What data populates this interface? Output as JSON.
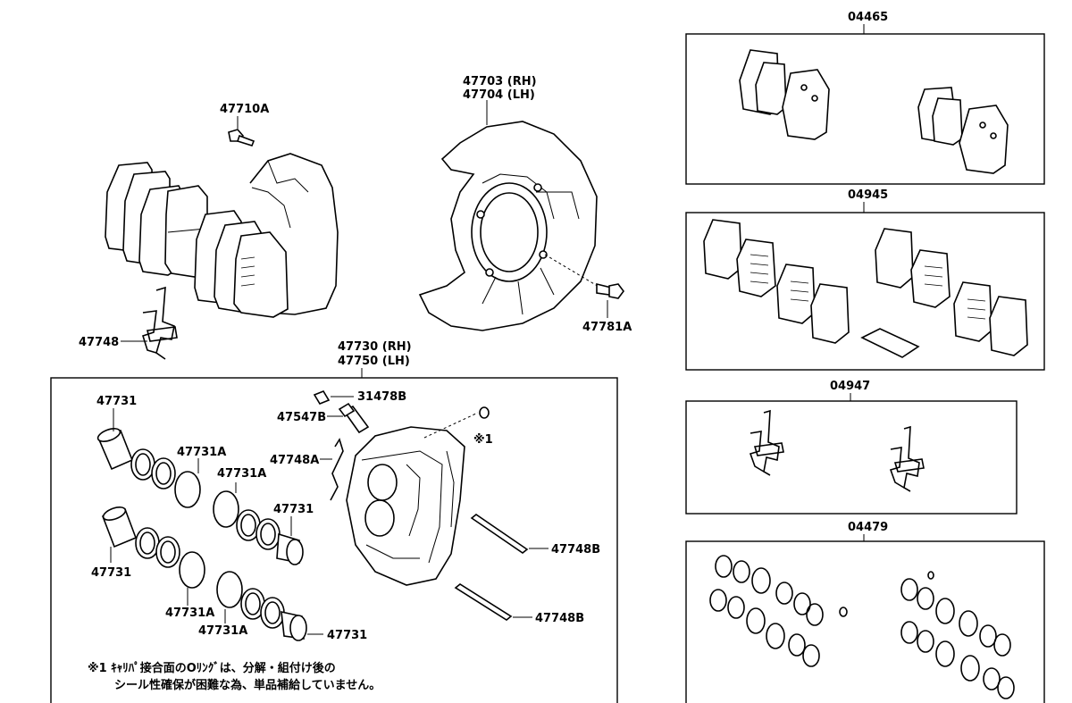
{
  "callouts": {
    "bolt_top": "47710A",
    "shield_line1": "47703 (RH)",
    "shield_line2": "47704 (LH)",
    "bolt_shield": "47781A",
    "clip_left": "47748",
    "caliper_line1": "47730 (RH)",
    "caliper_line2": "47750 (LH)",
    "piston_a": "47731",
    "seal_a": "47731A",
    "seal_b": "47731A",
    "piston_b": "47731",
    "piston_c": "47731",
    "seal_c": "47731A",
    "seal_d": "47731A",
    "piston_d": "47731",
    "cap": "31478B",
    "bleeder": "47547B",
    "spring_clip": "47748A",
    "oring_mark": "※1",
    "pin_a": "47748B",
    "pin_b": "47748B"
  },
  "kits": [
    {
      "code": "04465"
    },
    {
      "code": "04945"
    },
    {
      "code": "04947"
    },
    {
      "code": "04479"
    }
  ],
  "footnote": {
    "line1": "※1 ｷｬﾘﾊﾟ接合面のOﾘﾝｸﾞは、分解・組付け後の",
    "line2": "シール性確保が困難な為、単品補給していません。"
  }
}
